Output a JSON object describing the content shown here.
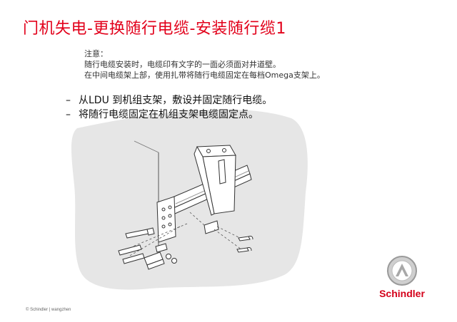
{
  "slide": {
    "title": "门机失电-更换随行电缆-安装随行缆1",
    "note": {
      "heading": "注意：",
      "lines": [
        "随行电缆安装时，电缆印有文字的一面必须面对井道壁。",
        "在中间电缆架上部，使用扎带将随行电缆固定在每档Omega支架上。"
      ]
    },
    "bullets": [
      {
        "marker": "–",
        "text": "从LDU 到机组支架，敷设并固定随行电缆。"
      },
      {
        "marker": "–",
        "text": "将随行电缆固定在机组支架电缆固定点。"
      }
    ],
    "footer": "© Schindler | wangzhen",
    "brand": {
      "name": "Schindler",
      "color": "#d4001a"
    },
    "colors": {
      "title": "#e2001a",
      "blob": "#e6e6e6"
    }
  }
}
